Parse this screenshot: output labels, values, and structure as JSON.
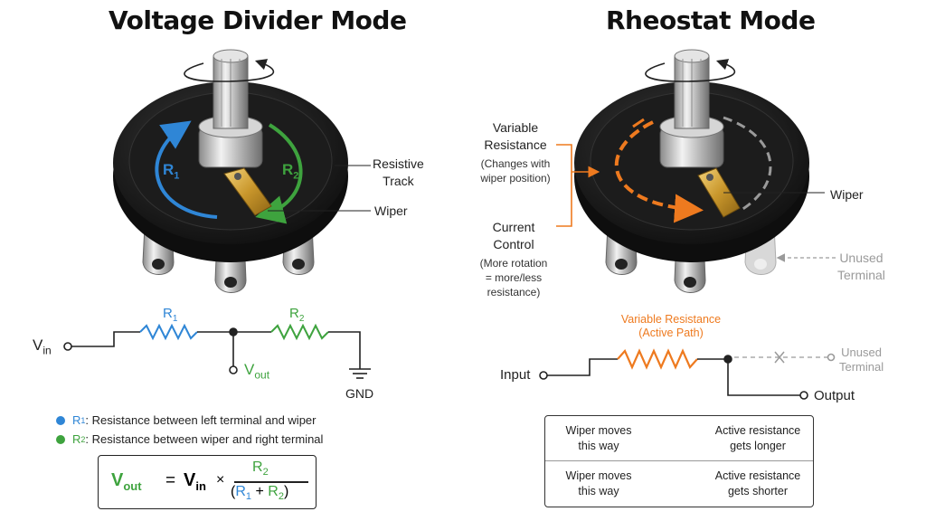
{
  "left": {
    "title": "Voltage Divider Mode",
    "r1_label": "R",
    "r1_sub": "1",
    "r2_label": "R",
    "r2_sub": "2",
    "resistive_track": "Resistive\nTrack",
    "wiper": "Wiper",
    "circuit": {
      "vin": "V",
      "vin_sub": "in",
      "r1": "R",
      "r1_sub": "1",
      "r2": "R",
      "r2_sub": "2",
      "vout": "V",
      "vout_sub": "out",
      "gnd": "GND"
    },
    "legend": [
      {
        "sym": "R",
        "sub": "1",
        "text": ": Resistance between left terminal and wiper",
        "color": "#2f86d6"
      },
      {
        "sym": "R",
        "sub": "2",
        "text": ": Resistance between wiper and right terminal",
        "color": "#3ea33e"
      }
    ],
    "formula": {
      "lhs": "V",
      "lhs_sub": "out",
      "eq": "=",
      "vin": "V",
      "vin_sub": "in",
      "times": "×",
      "num": "R",
      "num_sub": "2",
      "den_open": "(",
      "den_r1": "R",
      "den_r1_sub": "1",
      "den_plus": "+",
      "den_r2": "R",
      "den_r2_sub": "2",
      "den_close": ")"
    }
  },
  "right": {
    "title": "Rheostat Mode",
    "variable_resistance": "Variable\nResistance",
    "changes_note": "(Changes with\nwiper position)",
    "current_control": "Current\nControl",
    "rotation_note": "(More rotation\n= more/less\nresistance)",
    "wiper": "Wiper",
    "unused_terminal": "Unused\nTerminal",
    "circuit": {
      "variable_resistance": "Variable Resistance",
      "active_path": "(Active Path)",
      "input": "Input",
      "output": "Output",
      "unused": "Unused\nTerminal"
    },
    "table": [
      {
        "left": "Wiper moves\nthis way",
        "right": "Active resistance\ngets longer",
        "color": "#ee7a1f"
      },
      {
        "left": "Wiper moves\nthis way",
        "right": "Active resistance\ngets shorter",
        "color": "#3ea33e"
      }
    ]
  },
  "colors": {
    "blue": "#2f86d6",
    "green": "#3ea33e",
    "orange": "#ee7a1f",
    "gray": "#9a9a9a"
  }
}
